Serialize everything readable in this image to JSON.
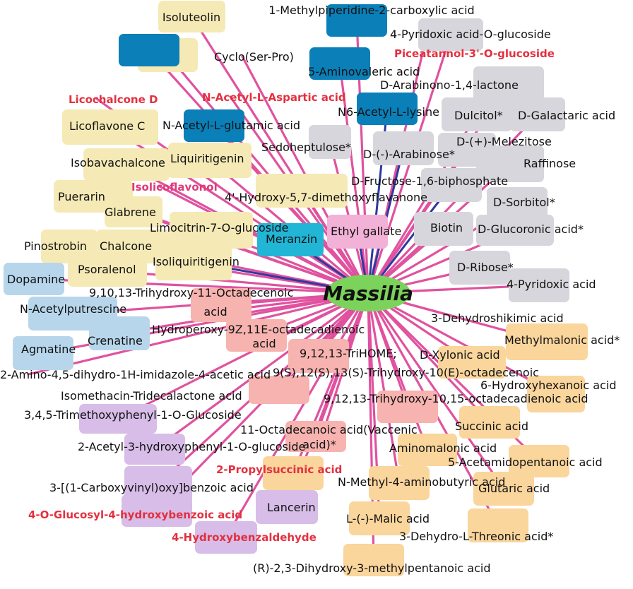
{
  "center": {
    "label": "Massilia",
    "color": "#7bd35b"
  },
  "colors": {
    "edge": "#e0529f",
    "edge_dark": "#2e3a9e",
    "yellow": "#f5e9b5",
    "blue_dark": "#0a7fb8",
    "blue_cyan": "#21b5d6",
    "blue_light": "#b7d6ec",
    "gray": "#d6d6dc",
    "pink": "#f7b3b0",
    "pink_lilac": "#f2b2d8",
    "orange": "#fad59c",
    "purple": "#d7bde8",
    "text": "#111111",
    "highlight_red": "#e3303f",
    "highlight_magenta": "#e03a7a"
  },
  "nodes": [
    {
      "label": "Isoluteolin",
      "color": "yellow"
    },
    {
      "label": "",
      "color": "yellow"
    },
    {
      "label": "",
      "color": "blue_dark"
    },
    {
      "label": "Licochalcone D",
      "color": "none"
    },
    {
      "label": "Licoflavone C",
      "color": "yellow"
    },
    {
      "label": "Isobavachalcone",
      "color": "yellow"
    },
    {
      "label": "Puerarin",
      "color": "yellow"
    },
    {
      "label": "Glabrene",
      "color": "yellow"
    },
    {
      "label": "Liquiritigenin",
      "color": "yellow"
    },
    {
      "label": "Isolicoflavonol",
      "color": "none"
    },
    {
      "label": "4'-Hydroxy-5,7-dimethoxyflavanone",
      "color": "yellow"
    },
    {
      "label": "Limocitrin-7-O-glucoside",
      "color": "yellow"
    },
    {
      "label": "Pinostrobin",
      "color": "yellow"
    },
    {
      "label": "Chalcone",
      "color": "yellow"
    },
    {
      "label": "Isoliquiritigenin",
      "color": "yellow"
    },
    {
      "label": "Psoralenol",
      "color": "yellow"
    },
    {
      "label": "1-Methylpiperidine-2-carboxylic acid",
      "color": "blue_dark"
    },
    {
      "label": "Cyclo(Ser-Pro)",
      "color": "none"
    },
    {
      "label": "5-Aminovaleric acid",
      "color": "blue_dark"
    },
    {
      "label": "N-Acetyl-L-Aspartic acid",
      "color": "none"
    },
    {
      "label": "N6-Acetyl-L-lysine",
      "color": "blue_dark"
    },
    {
      "label": "N-Acetyl-L-glutamic acid",
      "color": "blue_dark"
    },
    {
      "label": "Meranzin",
      "color": "blue_cyan"
    },
    {
      "label": "Dopamine",
      "color": "blue_light"
    },
    {
      "label": "N-Acetylputrescine",
      "color": "blue_light"
    },
    {
      "label": "Crenatine",
      "color": "blue_light"
    },
    {
      "label": "Agmatine",
      "color": "blue_light"
    },
    {
      "label": "4-Pyridoxic acid-O-glucoside",
      "color": "gray"
    },
    {
      "label": "Piceatannol-3'-O-glucoside",
      "color": "none"
    },
    {
      "label": "D-Arabinono-1,4-lactone",
      "color": "gray"
    },
    {
      "label": "Dulcitol*",
      "color": "gray"
    },
    {
      "label": "D-Galactaric acid",
      "color": "gray"
    },
    {
      "label": "Sedoheptulose*",
      "color": "gray"
    },
    {
      "label": "D-(-)-Arabinose*",
      "color": "gray"
    },
    {
      "label": "D-(+)-Melezitose",
      "color": "gray"
    },
    {
      "label": "Raffinose",
      "color": "gray"
    },
    {
      "label": "D-Fructose-1,6-biphosphate",
      "color": "gray"
    },
    {
      "label": "D-Sorbitol*",
      "color": "gray"
    },
    {
      "label": "Biotin",
      "color": "gray"
    },
    {
      "label": "D-Glucoronic acid*",
      "color": "gray"
    },
    {
      "label": "D-Ribose*",
      "color": "gray"
    },
    {
      "label": "4-Pyridoxic acid",
      "color": "gray"
    },
    {
      "label": "Ethyl gallate",
      "color": "pink_lilac"
    },
    {
      "label": "9,10,13-Trihydroxy-11-Octadecenoic",
      "color": "pink"
    },
    {
      "label": "acid",
      "color": "none"
    },
    {
      "label": "Hydroperoxy-9Z,11E-octadecadienoic",
      "color": "pink"
    },
    {
      "label": "acid",
      "color": "none"
    },
    {
      "label": "9,12,13-TriHOME;",
      "color": "pink"
    },
    {
      "label": "9(S),12(S),13(S)-Trihydroxy-10(E)-octadecenoic",
      "color": "none"
    },
    {
      "label": "Isomethacin-Tridecalactone acid",
      "color": "pink"
    },
    {
      "label": "9,12,13-Trihydroxy-10,15-octadecadienoic acid",
      "color": "pink"
    },
    {
      "label": "11-Octadecanoic acid(Vaccenic",
      "color": "pink"
    },
    {
      "label": "acid)*",
      "color": "none"
    },
    {
      "label": "3-Dehydroshikimic acid",
      "color": "none"
    },
    {
      "label": "Methylmalonic acid*",
      "color": "orange"
    },
    {
      "label": "D-Xylonic acid",
      "color": "orange"
    },
    {
      "label": "6-Hydroxyhexanoic acid",
      "color": "orange"
    },
    {
      "label": "Succinic acid",
      "color": "orange"
    },
    {
      "label": "Aminomalonic acid",
      "color": "orange"
    },
    {
      "label": "5-Acetamidopentanoic acid",
      "color": "orange"
    },
    {
      "label": "2-Propylsuccinic acid",
      "color": "orange"
    },
    {
      "label": "N-Methyl-4-aminobutyric acid",
      "color": "orange"
    },
    {
      "label": "Glutaric acid",
      "color": "orange"
    },
    {
      "label": "L-(-)-Malic acid",
      "color": "orange"
    },
    {
      "label": "3-Dehydro-L-Threonic acid*",
      "color": "orange"
    },
    {
      "label": "(R)-2,3-Dihydroxy-3-methylpentanoic acid",
      "color": "orange"
    },
    {
      "label": "2-Amino-4,5-dihydro-1H-imidazole-4-acetic acid",
      "color": "none"
    },
    {
      "label": "3,4,5-Trimethoxyphenyl-1-O-Glucoside",
      "color": "purple"
    },
    {
      "label": "2-Acetyl-3-hydroxyphenyl-1-O-glucoside",
      "color": "purple"
    },
    {
      "label": "3-[(1-Carboxyvinyl)oxy]benzoic acid",
      "color": "purple"
    },
    {
      "label": "4-O-Glucosyl-4-hydroxybenzoic acid",
      "color": "purple"
    },
    {
      "label": "Lancerin",
      "color": "purple"
    },
    {
      "label": "4-Hydroxybenzaldehyde",
      "color": "purple"
    }
  ],
  "overflow_text": {
    "licochalcone_fragment": "Lic",
    "imidazole_fragment": "no-4,5-dihydro-1H-imidazole-4-acetic acid",
    "aminobuty_fragment": "N-Methyl-4-aminobuty",
    "cadienoic_fragment": "9,12,13-Trihydroxy-10,15-octadecadienoic acid"
  }
}
